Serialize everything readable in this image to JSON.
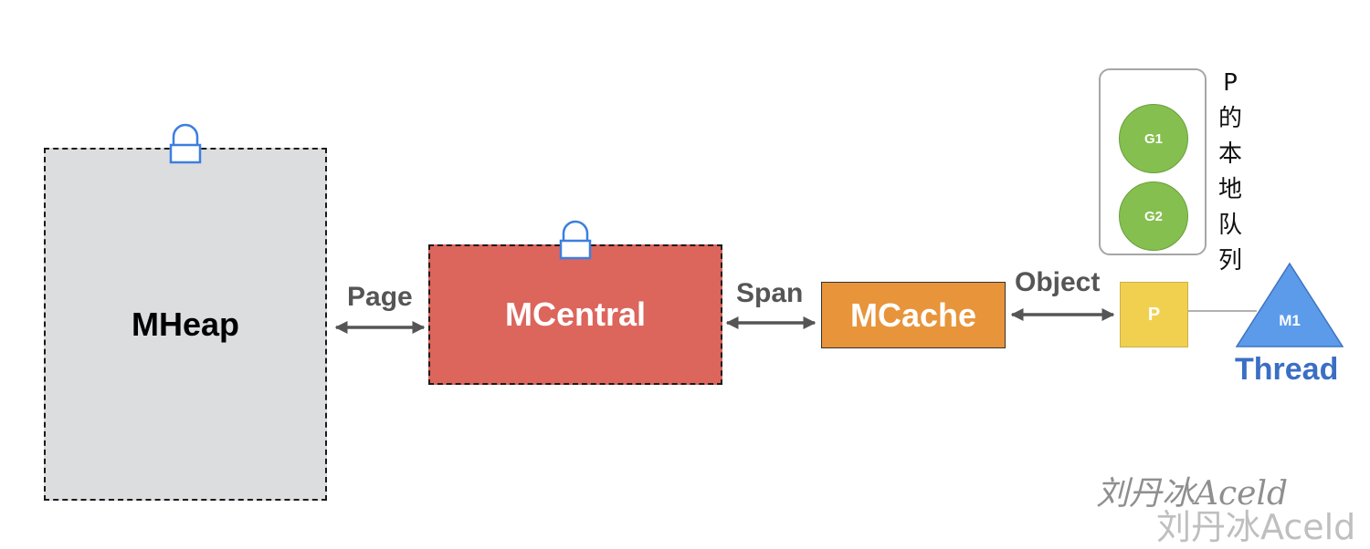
{
  "boxes": {
    "mheap": "MHeap",
    "mcentral": "MCentral",
    "mcache": "MCache",
    "p": "P"
  },
  "flows": {
    "page": "Page",
    "span": "Span",
    "object": "Object"
  },
  "local_queue": {
    "goroutines": [
      "G1",
      "G2"
    ],
    "label_chars": [
      "P",
      "的",
      "本",
      "地",
      "队",
      "列"
    ]
  },
  "thread": {
    "machine": "M1",
    "label": "Thread"
  },
  "watermark": {
    "line1": "刘丹冰Aceld",
    "line2": "刘丹冰Aceld"
  },
  "colors": {
    "mheap": "#dcdddf",
    "mcentral": "#dc655c",
    "mcache": "#e8943a",
    "p": "#f2d04f",
    "goroutine": "#85bf4f",
    "thread": "#5b9bea",
    "lock": "#3c7fe0",
    "arrow": "#555555"
  }
}
